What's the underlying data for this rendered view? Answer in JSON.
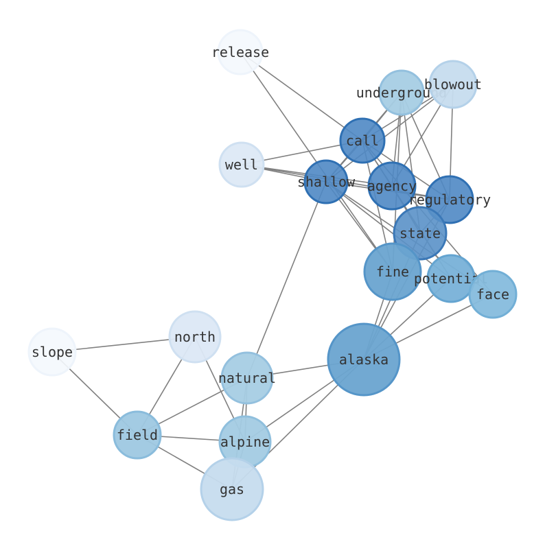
{
  "graph": {
    "nodes": [
      {
        "id": "release",
        "label": "release",
        "fill": "#f4f8fd",
        "stroke": "#eef4fb",
        "opacity": 0.9
      },
      {
        "id": "underground",
        "label": "underground",
        "fill": "#a7cde4",
        "stroke": "#93c0de",
        "opacity": 0.95
      },
      {
        "id": "blowout",
        "label": "blowout",
        "fill": "#c6dcee",
        "stroke": "#b4d1e9",
        "opacity": 0.95
      },
      {
        "id": "call",
        "label": "call",
        "fill": "#4f88c4",
        "stroke": "#2f70b3",
        "opacity": 0.9
      },
      {
        "id": "well",
        "label": "well",
        "fill": "#dde9f6",
        "stroke": "#cfe0f1",
        "opacity": 0.95
      },
      {
        "id": "shallow",
        "label": "shallow",
        "fill": "#4f88c4",
        "stroke": "#2f70b3",
        "opacity": 0.9
      },
      {
        "id": "agency",
        "label": "agency",
        "fill": "#4f88c4",
        "stroke": "#2f70b3",
        "opacity": 0.9
      },
      {
        "id": "regulatory",
        "label": "regulatory",
        "fill": "#4f88c4",
        "stroke": "#2f70b3",
        "opacity": 0.9
      },
      {
        "id": "state",
        "label": "state",
        "fill": "#5a91c8",
        "stroke": "#3b78b7",
        "opacity": 0.9
      },
      {
        "id": "fine",
        "label": "fine",
        "fill": "#6aa4d0",
        "stroke": "#5595c8",
        "opacity": 0.95
      },
      {
        "id": "potential",
        "label": "potential",
        "fill": "#78b1d8",
        "stroke": "#64a4d0",
        "opacity": 0.95
      },
      {
        "id": "face",
        "label": "face",
        "fill": "#86bcdd",
        "stroke": "#72afd6",
        "opacity": 0.95
      },
      {
        "id": "north",
        "label": "north",
        "fill": "#dce8f6",
        "stroke": "#cfe0f1",
        "opacity": 0.95
      },
      {
        "id": "slope",
        "label": "slope",
        "fill": "#f4f8fd",
        "stroke": "#eef4fb",
        "opacity": 0.9
      },
      {
        "id": "natural",
        "label": "natural",
        "fill": "#a7cde4",
        "stroke": "#93c0de",
        "opacity": 0.95
      },
      {
        "id": "alaska",
        "label": "alaska",
        "fill": "#6aa4d0",
        "stroke": "#5595c8",
        "opacity": 0.95
      },
      {
        "id": "field",
        "label": "field",
        "fill": "#9ec8e2",
        "stroke": "#8abcdc",
        "opacity": 0.95
      },
      {
        "id": "alpine",
        "label": "alpine",
        "fill": "#a3cbe3",
        "stroke": "#8fbfdd",
        "opacity": 0.95
      },
      {
        "id": "gas",
        "label": "gas",
        "fill": "#c6dcee",
        "stroke": "#b4d1e9",
        "opacity": 0.95
      }
    ],
    "edges": [
      [
        "release",
        "call"
      ],
      [
        "release",
        "fine"
      ],
      [
        "underground",
        "call"
      ],
      [
        "underground",
        "shallow"
      ],
      [
        "underground",
        "agency"
      ],
      [
        "underground",
        "state"
      ],
      [
        "underground",
        "fine"
      ],
      [
        "underground",
        "regulatory"
      ],
      [
        "blowout",
        "call"
      ],
      [
        "blowout",
        "agency"
      ],
      [
        "blowout",
        "regulatory"
      ],
      [
        "blowout",
        "shallow"
      ],
      [
        "call",
        "well"
      ],
      [
        "call",
        "shallow"
      ],
      [
        "call",
        "agency"
      ],
      [
        "call",
        "regulatory"
      ],
      [
        "call",
        "potential"
      ],
      [
        "call",
        "fine"
      ],
      [
        "call",
        "face"
      ],
      [
        "well",
        "shallow"
      ],
      [
        "well",
        "agency"
      ],
      [
        "well",
        "regulatory"
      ],
      [
        "shallow",
        "regulatory"
      ],
      [
        "shallow",
        "potential"
      ],
      [
        "shallow",
        "face"
      ],
      [
        "shallow",
        "fine"
      ],
      [
        "shallow",
        "natural"
      ],
      [
        "agency",
        "state"
      ],
      [
        "agency",
        "potential"
      ],
      [
        "regulatory",
        "state"
      ],
      [
        "regulatory",
        "alaska"
      ],
      [
        "state",
        "alaska"
      ],
      [
        "fine",
        "alaska"
      ],
      [
        "potential",
        "alaska"
      ],
      [
        "face",
        "alaska"
      ],
      [
        "alaska",
        "natural"
      ],
      [
        "alaska",
        "alpine"
      ],
      [
        "alaska",
        "gas"
      ],
      [
        "north",
        "slope"
      ],
      [
        "north",
        "field"
      ],
      [
        "north",
        "alpine"
      ],
      [
        "slope",
        "field"
      ],
      [
        "natural",
        "field"
      ],
      [
        "natural",
        "alpine"
      ],
      [
        "natural",
        "gas"
      ],
      [
        "field",
        "alpine"
      ],
      [
        "field",
        "gas"
      ],
      [
        "alpine",
        "gas"
      ]
    ]
  }
}
